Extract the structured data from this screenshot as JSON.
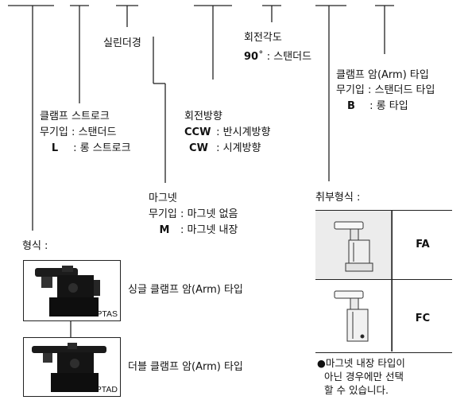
{
  "cylinder_bore": "실린더경",
  "rotation_angle": {
    "title": "회전각도",
    "value": "90",
    "degree": "˚",
    "desc": ": 스탠더드"
  },
  "clamp_arm_type": {
    "title": "클램프 암(Arm) 타입",
    "row1_key": "무기입",
    "row1_sep": ":",
    "row1_val": "스탠더드 타입",
    "row2_key": "B",
    "row2_sep": ":",
    "row2_val": "롱 타입"
  },
  "clamp_stroke": {
    "title": "클램프 스트로크",
    "row1_key": "무기입",
    "row1_sep": ":",
    "row1_val": "스탠더드",
    "row2_key": "L",
    "row2_sep": ":",
    "row2_val": "롱 스트로크"
  },
  "rotation_direction": {
    "title": "회전방향",
    "row1_key": "CCW",
    "row1_sep": ":",
    "row1_val": "반시계방향",
    "row2_key": "CW",
    "row2_sep": ":",
    "row2_val": "시계방향"
  },
  "magnet": {
    "title": "마그넷",
    "row1_key": "무기입",
    "row1_sep": ":",
    "row1_val": "마그넷 없음",
    "row2_key": "M",
    "row2_sep": ":",
    "row2_val": "마그넷 내장"
  },
  "mounting": {
    "title": "취부형식 :",
    "options": [
      {
        "code": "FA"
      },
      {
        "code": "FC"
      }
    ],
    "note_line1": "●마그넷 내장 타입이",
    "note_line2": "아닌 경우에만 선택",
    "note_line3": "할 수 있습니다."
  },
  "model_type": {
    "title": "형식 :",
    "items": [
      {
        "code": "PTAS",
        "label": "싱글 클램프 암(Arm) 타입"
      },
      {
        "code": "PTAD",
        "label": "더블 클램프 암(Arm) 타입"
      }
    ]
  }
}
